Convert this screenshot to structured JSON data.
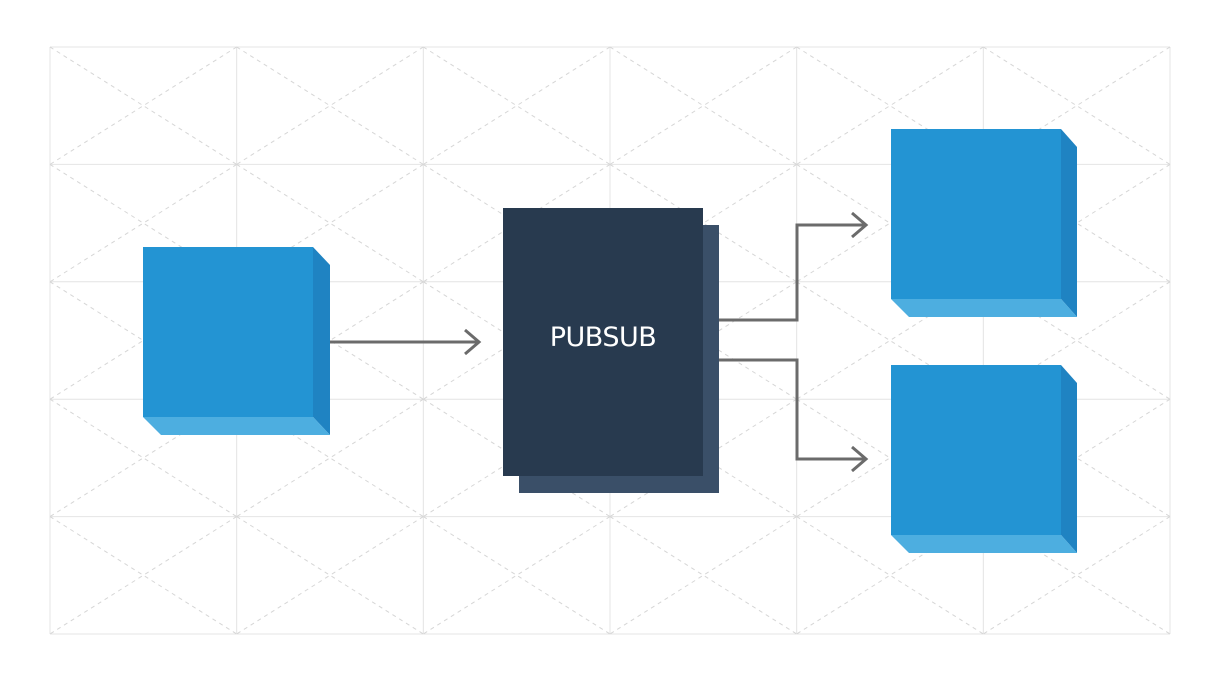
{
  "diagram": {
    "hub_label": "PUBSUB",
    "colors": {
      "background": "#ffffff",
      "grid": "#e4e4e4",
      "grid_diagonal": "#d6d6d6",
      "box_face": "#2394d3",
      "box_side": "#1f83c2",
      "box_bottom": "#4daee0",
      "hub_front": "#283a4f",
      "hub_back": "#3a4f68",
      "hub_text": "#ffffff",
      "arrow": "#6b6b6b"
    },
    "nodes": [
      {
        "id": "publisher",
        "role": "source"
      },
      {
        "id": "pubsub",
        "role": "broker"
      },
      {
        "id": "subscriber-1",
        "role": "sink"
      },
      {
        "id": "subscriber-2",
        "role": "sink"
      }
    ],
    "edges": [
      {
        "from": "publisher",
        "to": "pubsub"
      },
      {
        "from": "pubsub",
        "to": "subscriber-1"
      },
      {
        "from": "pubsub",
        "to": "subscriber-2"
      }
    ]
  }
}
